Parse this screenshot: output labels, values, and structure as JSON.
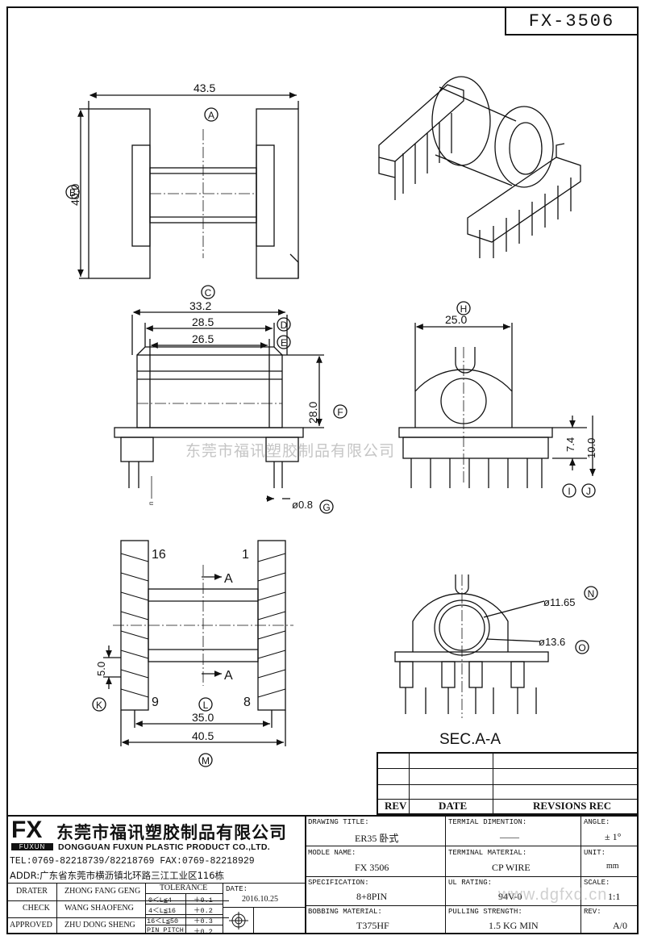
{
  "part_number": "FX-3506",
  "views": {
    "top": {
      "dim_a": "43.5",
      "dim_b": "40.0",
      "label_a": "A",
      "label_b": "B"
    },
    "front": {
      "dim_c": "33.2",
      "dim_d": "28.5",
      "dim_e": "26.5",
      "dim_f": "28.0",
      "dim_g": "ø0.8",
      "label_c": "C",
      "label_d": "D",
      "label_e": "E",
      "label_f": "F",
      "label_g": "G",
      "small_mark": "n"
    },
    "side": {
      "dim_h": "25.0",
      "dim_i": "7.4",
      "dim_j": "10.0",
      "label_h": "H",
      "label_i": "I",
      "label_j": "J"
    },
    "bottom": {
      "pin_16": "16",
      "pin_1": "1",
      "pin_9": "9",
      "pin_8": "8",
      "section_mark": "A",
      "dim_k": "5.0",
      "dim_l": "35.0",
      "dim_m": "40.5",
      "label_k": "K",
      "label_l": "L",
      "label_m": "M"
    },
    "section": {
      "dim_n": "ø11.65",
      "dim_o": "ø13.6",
      "label_n": "N",
      "label_o": "O",
      "title": "SEC.A-A"
    }
  },
  "watermark": "东莞市福讯塑胶制品有限公司",
  "revision_table": {
    "rev": "REV",
    "date": "DATE",
    "revisions": "REVSIONS REC"
  },
  "company": {
    "logo": "FX",
    "logo_sub": "FUXUN",
    "name_cn": "东莞市福讯塑胶制品有限公司",
    "name_en": "DONGGUAN FUXUN PLASTIC PRODUCT CO.,LTD.",
    "tel": "TEL:0769-82218739/82218769 FAX:0769-82218929",
    "addr": "ADDR:广东省东莞市横沥镇北环路三江工业区116栋"
  },
  "people": {
    "drater_label": "DRATER",
    "drater": "ZHONG FANG GENG",
    "check_label": "CHECK",
    "check": "WANG SHAOFENG",
    "approved_label": "APPROVED",
    "approved": "ZHU DONG SHENG"
  },
  "tolerance": {
    "title": "TOLERANCE",
    "rows": [
      {
        "range": "0＜L≦4",
        "value": "＋0.1"
      },
      {
        "range": "4＜L≦16",
        "value": "＋0.2"
      },
      {
        "range": "16＜L≦50",
        "value": "＋0.3"
      },
      {
        "range": "PIN PITCH",
        "value": "＋0.2"
      }
    ]
  },
  "date_label": "DATE:",
  "date": "2016.10.25",
  "fields": {
    "drawing_title_label": "DRAWING TITLE:",
    "drawing_title": "ER35 卧式",
    "modle_name_label": "MODLE NAME:",
    "modle_name": "FX 3506",
    "specification_label": "SPECIFICATION:",
    "specification": "8+8PIN",
    "bobbing_material_label": "BOBBING MATERIAL:",
    "bobbing_material": "T375HF",
    "termial_dimention_label": "TERMIAL DIMENTION:",
    "termial_dimention": "——",
    "terminal_material_label": "TERMINAL MATERIAL:",
    "terminal_material": "CP WIRE",
    "ul_rating_label": "UL RATING:",
    "ul_rating": "94V-0",
    "pulling_strength_label": "PULLING STRENGTH:",
    "pulling_strength": "1.5 KG MIN",
    "angle_label": "ANGLE:",
    "angle": "± 1°",
    "unit_label": "UNIT:",
    "unit": "mm",
    "scale_label": "SCALE:",
    "scale": "1:1",
    "rev_label": "REV:",
    "rev": "A/0"
  },
  "site_watermark": "www.dgfxd.cn"
}
